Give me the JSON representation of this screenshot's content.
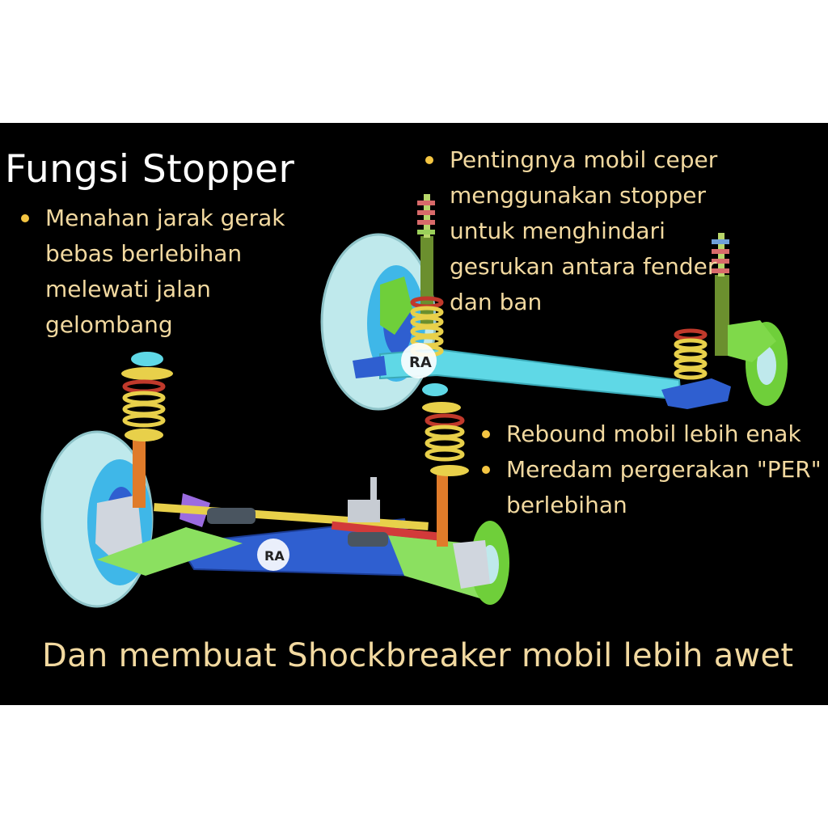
{
  "title": "Fungsi Stopper",
  "bullets_left": [
    {
      "lines": [
        "Menahan jarak gerak",
        "bebas berlebihan",
        "melewati jalan",
        "gelombang"
      ]
    }
  ],
  "bullets_right_top": [
    {
      "lines": [
        "Pentingnya mobil ceper",
        "menggunakan stopper",
        "untuk menghindari",
        "gesrukan antara fender",
        "dan ban"
      ]
    }
  ],
  "bullets_right_middle": [
    {
      "lines": [
        "Rebound mobil lebih enak"
      ]
    },
    {
      "lines": [
        "Meredam pergerakan \"PER\"",
        "berlebihan"
      ]
    }
  ],
  "footer": "Dan membuat Shockbreaker mobil lebih awet",
  "logo_text": "RA",
  "colors": {
    "background": "#000000",
    "title": "#ffffff",
    "body_text": "#f2d9a0",
    "bullet": "#f4c542",
    "tire": "#bfe9ec",
    "rim": "#3fb7e8",
    "spring": "#e8d04a",
    "strut": "#6b8f2e",
    "axle_beam": "#5fd8e6",
    "subframe": "#2f5fd0",
    "arm": "#8be060"
  }
}
